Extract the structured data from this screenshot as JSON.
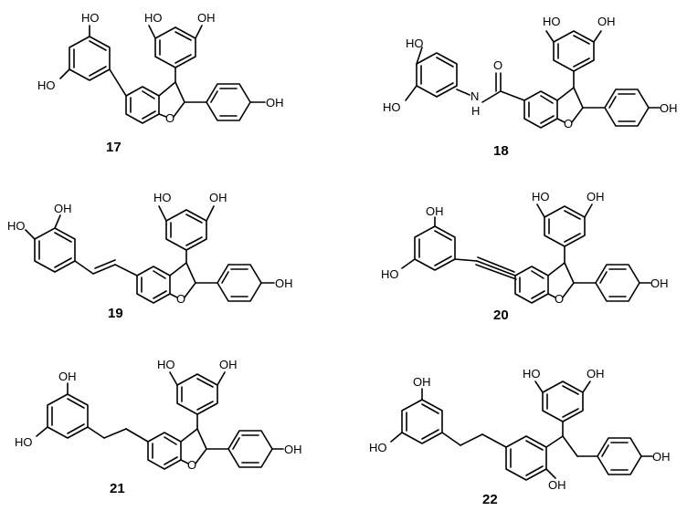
{
  "compounds": [
    {
      "id": "17",
      "labels": {
        "oh_a1": "HO",
        "oh_a2": "OH",
        "oh_b1": "HO",
        "oh_b2": "HO",
        "o_ring": "O",
        "oh_c": "OH"
      }
    },
    {
      "id": "18",
      "labels": {
        "oh_a1": "HO",
        "oh_a2": "OH",
        "oh_b1": "HO",
        "oh_b2": "HO",
        "n": "N",
        "h": "H",
        "o_carbonyl": "O",
        "o_ring": "O",
        "oh_c": "OH"
      }
    },
    {
      "id": "19",
      "labels": {
        "oh_a1": "HO",
        "oh_a2": "OH",
        "oh_b1": "OH",
        "oh_b2": "HO",
        "o_ring": "O",
        "oh_c": "OH"
      }
    },
    {
      "id": "20",
      "labels": {
        "oh_a1": "HO",
        "oh_a2": "OH",
        "oh_b1": "OH",
        "oh_b2": "HO",
        "o_ring": "O",
        "oh_c": "OH"
      }
    },
    {
      "id": "21",
      "labels": {
        "oh_a1": "HO",
        "oh_a2": "OH",
        "oh_b1": "OH",
        "oh_b2": "HO",
        "o_ring": "O",
        "oh_c": "OH"
      }
    },
    {
      "id": "22",
      "labels": {
        "oh_a1": "HO",
        "oh_a2": "OH",
        "oh_b1": "OH",
        "oh_b2": "HO",
        "oh_ring": "OH",
        "oh_c": "OH"
      }
    }
  ]
}
